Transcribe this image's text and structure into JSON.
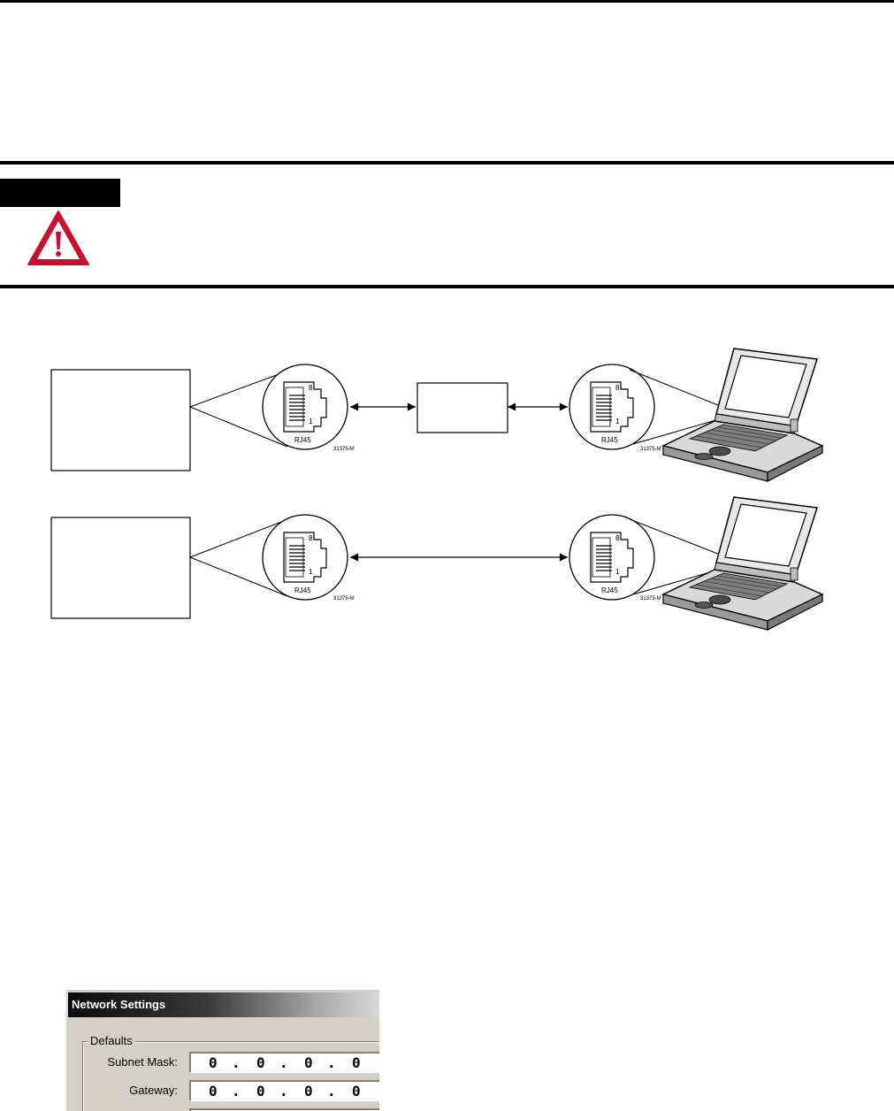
{
  "diagram": {
    "connector_label": "RJ45",
    "pin_high": "8",
    "pin_low": "1",
    "figure_code": "31375-M"
  },
  "dialog": {
    "title": "Network Settings",
    "group_label": "Defaults",
    "fields": [
      {
        "label": "Subnet Mask:",
        "octets": [
          "0",
          "0",
          "0",
          "0"
        ]
      },
      {
        "label": "Gateway:",
        "octets": [
          "0",
          "0",
          "0",
          "0"
        ]
      }
    ]
  }
}
